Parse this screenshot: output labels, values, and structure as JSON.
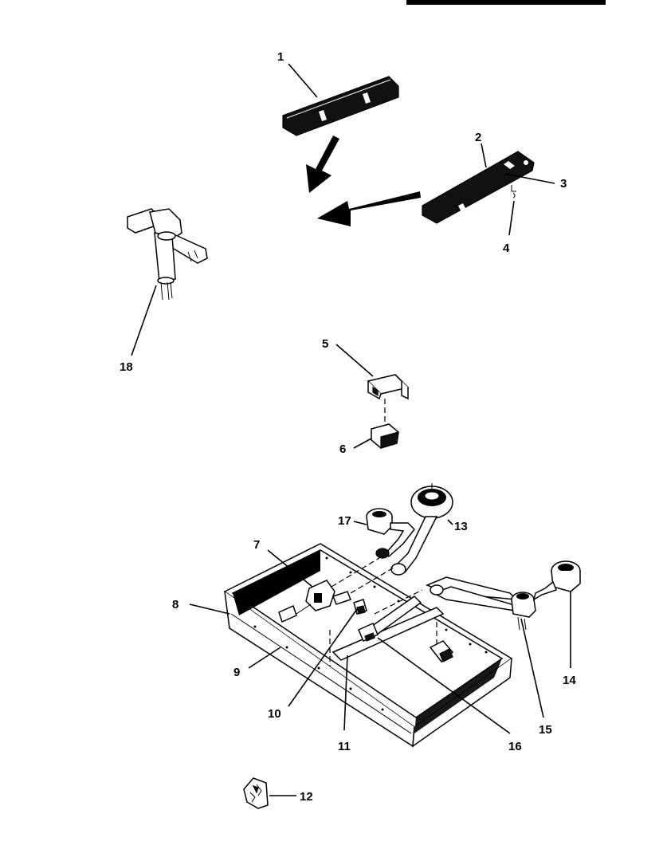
{
  "header_text": "",
  "callouts": [
    "1",
    "2",
    "3",
    "4",
    "5",
    "6",
    "7",
    "8",
    "9",
    "10",
    "11",
    "12",
    "13",
    "14",
    "15",
    "16",
    "17",
    "18"
  ],
  "colors": {
    "ink": "#000000",
    "paper": "#ffffff"
  }
}
